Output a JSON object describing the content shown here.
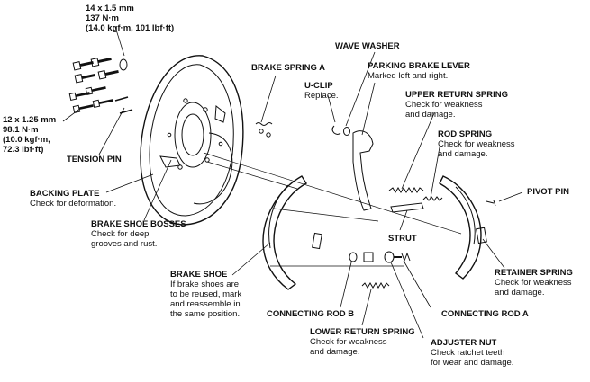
{
  "torque_upper": {
    "size": "14 x 1.5 mm",
    "nm": "137 N·m",
    "kgf": "(14.0 kgf·m, 101 lbf·ft)"
  },
  "torque_lower": {
    "size": "12 x 1.25 mm",
    "nm": "98.1 N·m",
    "kgf": "(10.0 kgf·m,",
    "lbf": "72.3 lbf·ft)"
  },
  "labels": {
    "tension_pin": "TENSION PIN",
    "backing_plate": {
      "title": "BACKING PLATE",
      "note": "Check for deformation."
    },
    "brake_shoe_bosses": {
      "title": "BRAKE SHOE BOSSES",
      "note1": "Check for deep",
      "note2": "grooves and rust."
    },
    "brake_shoe": {
      "title": "BRAKE SHOE",
      "note1": "If brake shoes are",
      "note2": "to be reused, mark",
      "note3": "and reassemble in",
      "note4": "the same position."
    },
    "brake_spring_a": "BRAKE SPRING A",
    "u_clip": {
      "title": "U-CLIP",
      "note": "Replace."
    },
    "wave_washer": "WAVE WASHER",
    "parking_brake_lever": {
      "title": "PARKING BRAKE LEVER",
      "note": "Marked left and right."
    },
    "upper_return_spring": {
      "title": "UPPER RETURN SPRING",
      "note1": "Check for weakness",
      "note2": "and damage."
    },
    "rod_spring": {
      "title": "ROD SPRING",
      "note1": "Check for weakness",
      "note2": "and damage."
    },
    "pivot_pin": "PIVOT PIN",
    "strut": "STRUT",
    "retainer_spring": {
      "title": "RETAINER SPRING",
      "note1": "Check for weakness",
      "note2": "and damage."
    },
    "connecting_rod_b": "CONNECTING ROD B",
    "connecting_rod_a": "CONNECTING ROD A",
    "lower_return_spring": {
      "title": "LOWER RETURN SPRING",
      "note1": "Check for weakness",
      "note2": "and damage."
    },
    "adjuster_nut": {
      "title": "ADJUSTER NUT",
      "note1": "Check ratchet teeth",
      "note2": "for wear and damage."
    }
  },
  "colors": {
    "line": "#111111",
    "background": "#ffffff"
  }
}
